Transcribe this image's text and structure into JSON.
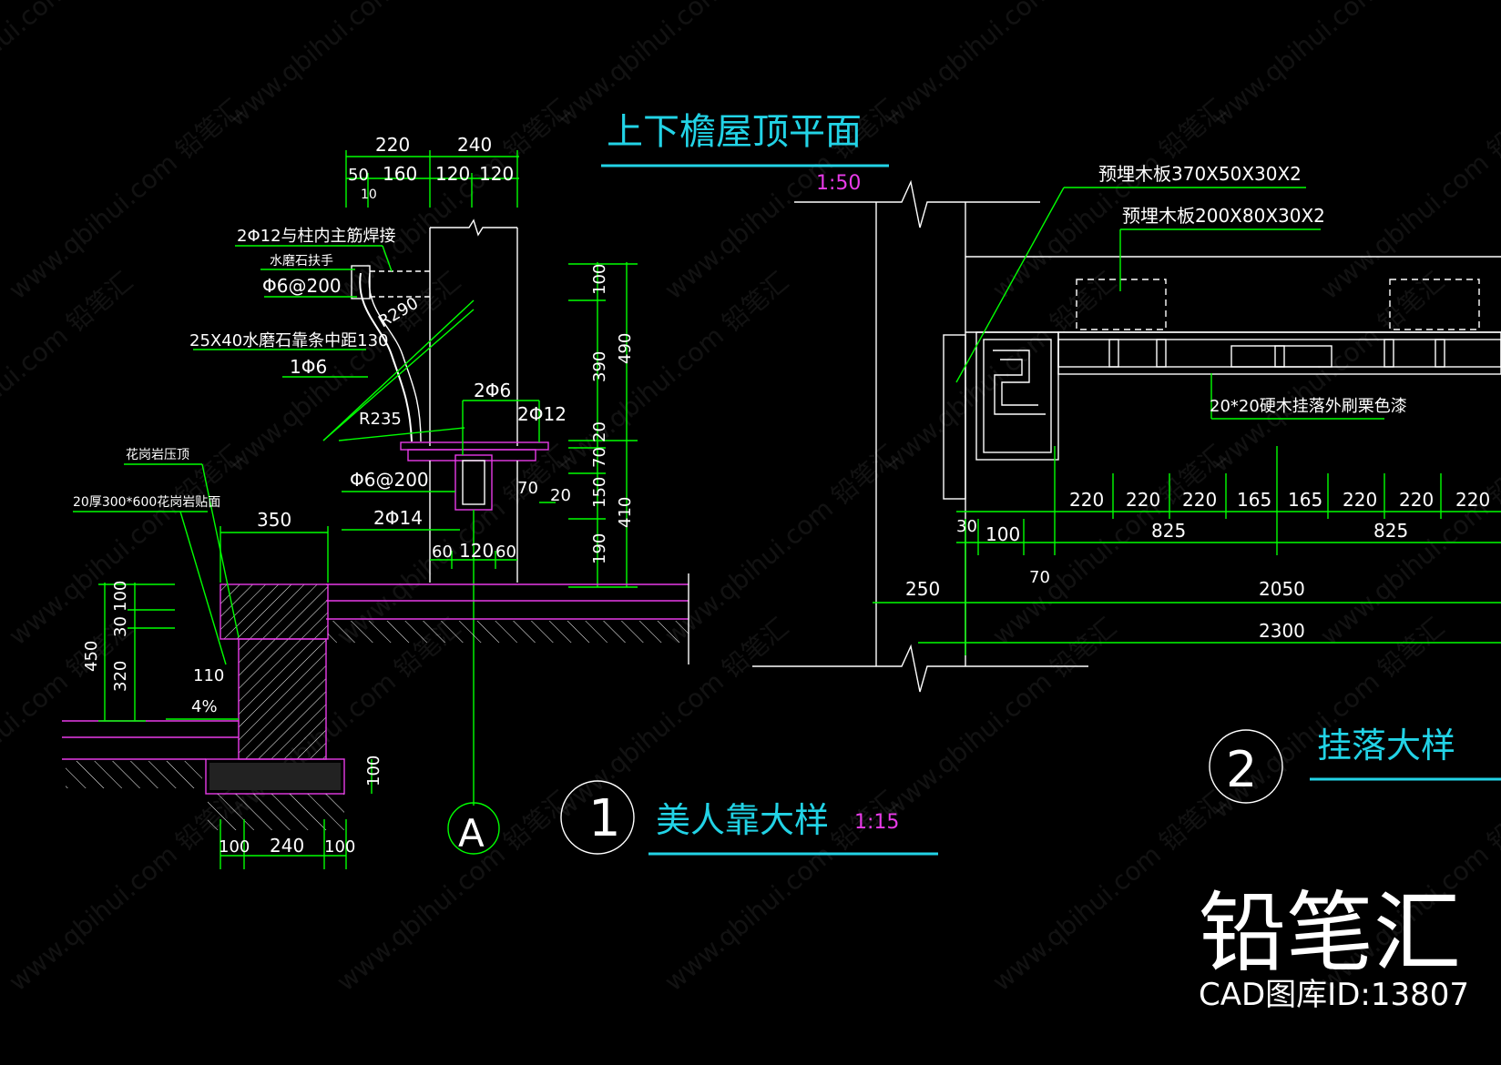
{
  "colors": {
    "background": "#000000",
    "dimension": "#00ff00",
    "structure": "#ffffff",
    "rebar": "#e83be8",
    "title": "#22d3e6",
    "scale": "#e83be8",
    "leader": "#00ff00"
  },
  "titles": {
    "roof_plan": "上下檐屋顶平面",
    "roof_plan_scale": "1:50",
    "detail1_num": "1",
    "detail1_title": "美人靠大样",
    "detail1_scale": "1:15",
    "detail2_num": "2",
    "detail2_title": "挂落大样",
    "section_tag": "A"
  },
  "detail1": {
    "top_dims": {
      "a": "220",
      "b": "240",
      "c": "50",
      "d": "160",
      "e": "120",
      "f": "120",
      "g": "10"
    },
    "right_dims": {
      "a": "100",
      "b": "390",
      "c": "490",
      "d": "20",
      "e": "70",
      "f": "150",
      "g": "410",
      "h": "190"
    },
    "notes": {
      "weld": "2Φ12与柱内主筋焊接",
      "handrail": "水磨石扶手",
      "stirrup_top": "Φ6@200",
      "bars": "25X40水磨石靠条中距130",
      "single_bar": "1Φ6",
      "r290": "R290",
      "r235": "R235",
      "bar_2phi6": "2Φ6",
      "bar_2phi12": "2Φ12",
      "stirrup_mid": "Φ6@200",
      "bar_2phi14": "2Φ14",
      "dim70": "70",
      "dim20": "20"
    },
    "beam_dims": {
      "a": "60",
      "b": "120",
      "c": "60"
    },
    "seat": {
      "cap": "花岗岩压顶",
      "face": "20厚300*600花岗岩贴面",
      "width": "350",
      "h450": "450",
      "h30": "30",
      "h100": "100",
      "h320": "320",
      "d110": "110",
      "slope": "4%",
      "footing": "100",
      "bottom_a": "100",
      "bottom_b": "240",
      "bottom_c": "100"
    }
  },
  "detail2": {
    "board1": "预埋木板370X50X30X2",
    "board2": "预埋木板200X80X30X2",
    "fret": "20*20硬木挂落外刷栗色漆",
    "row1": [
      "220",
      "220",
      "220",
      "165",
      "165",
      "220",
      "220",
      "220"
    ],
    "row2": [
      "825",
      "825"
    ],
    "d30": "30",
    "d100": "100",
    "d70": "70",
    "d250": "250",
    "d2050": "2050",
    "d2300": "2300"
  },
  "branding": {
    "logo": "铅笔汇",
    "id_text": "CAD图库ID:13807",
    "watermark": "www.qbihui.com"
  }
}
